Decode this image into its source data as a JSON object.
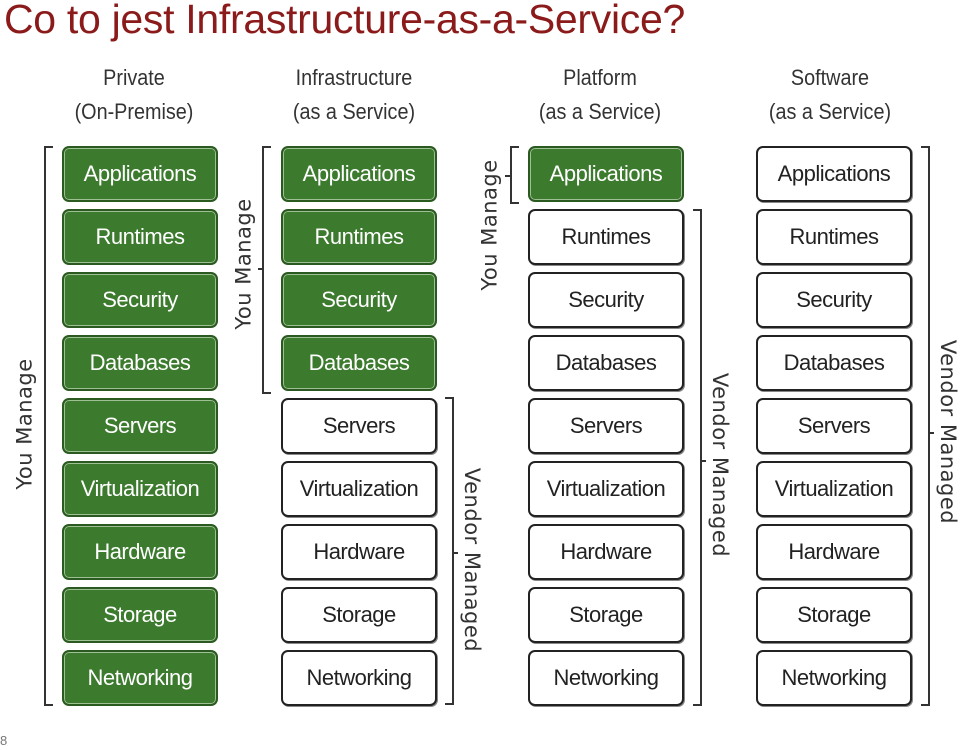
{
  "title": "Co to jest Infrastructure-as-a-Service?",
  "page_number": "8",
  "colors": {
    "title": "#8b1a1a",
    "managed_fill": "#3c7a2e",
    "vendor_fill": "#ffffff"
  },
  "layers": [
    "Applications",
    "Runtimes",
    "Security",
    "Databases",
    "Servers",
    "Virtualization",
    "Hardware",
    "Storage",
    "Networking"
  ],
  "columns": [
    {
      "heading": [
        "Private",
        "(On-Premise)"
      ],
      "you_manage_count": 9
    },
    {
      "heading": [
        "Infrastructure",
        "(as a Service)"
      ],
      "you_manage_count": 4
    },
    {
      "heading": [
        "Platform",
        "(as a Service)"
      ],
      "you_manage_count": 1
    },
    {
      "heading": [
        "Software",
        "(as a Service)"
      ],
      "you_manage_count": 0
    }
  ],
  "labels": {
    "you_manage": "You Manage",
    "vendor_managed": "Vendor Managed"
  }
}
